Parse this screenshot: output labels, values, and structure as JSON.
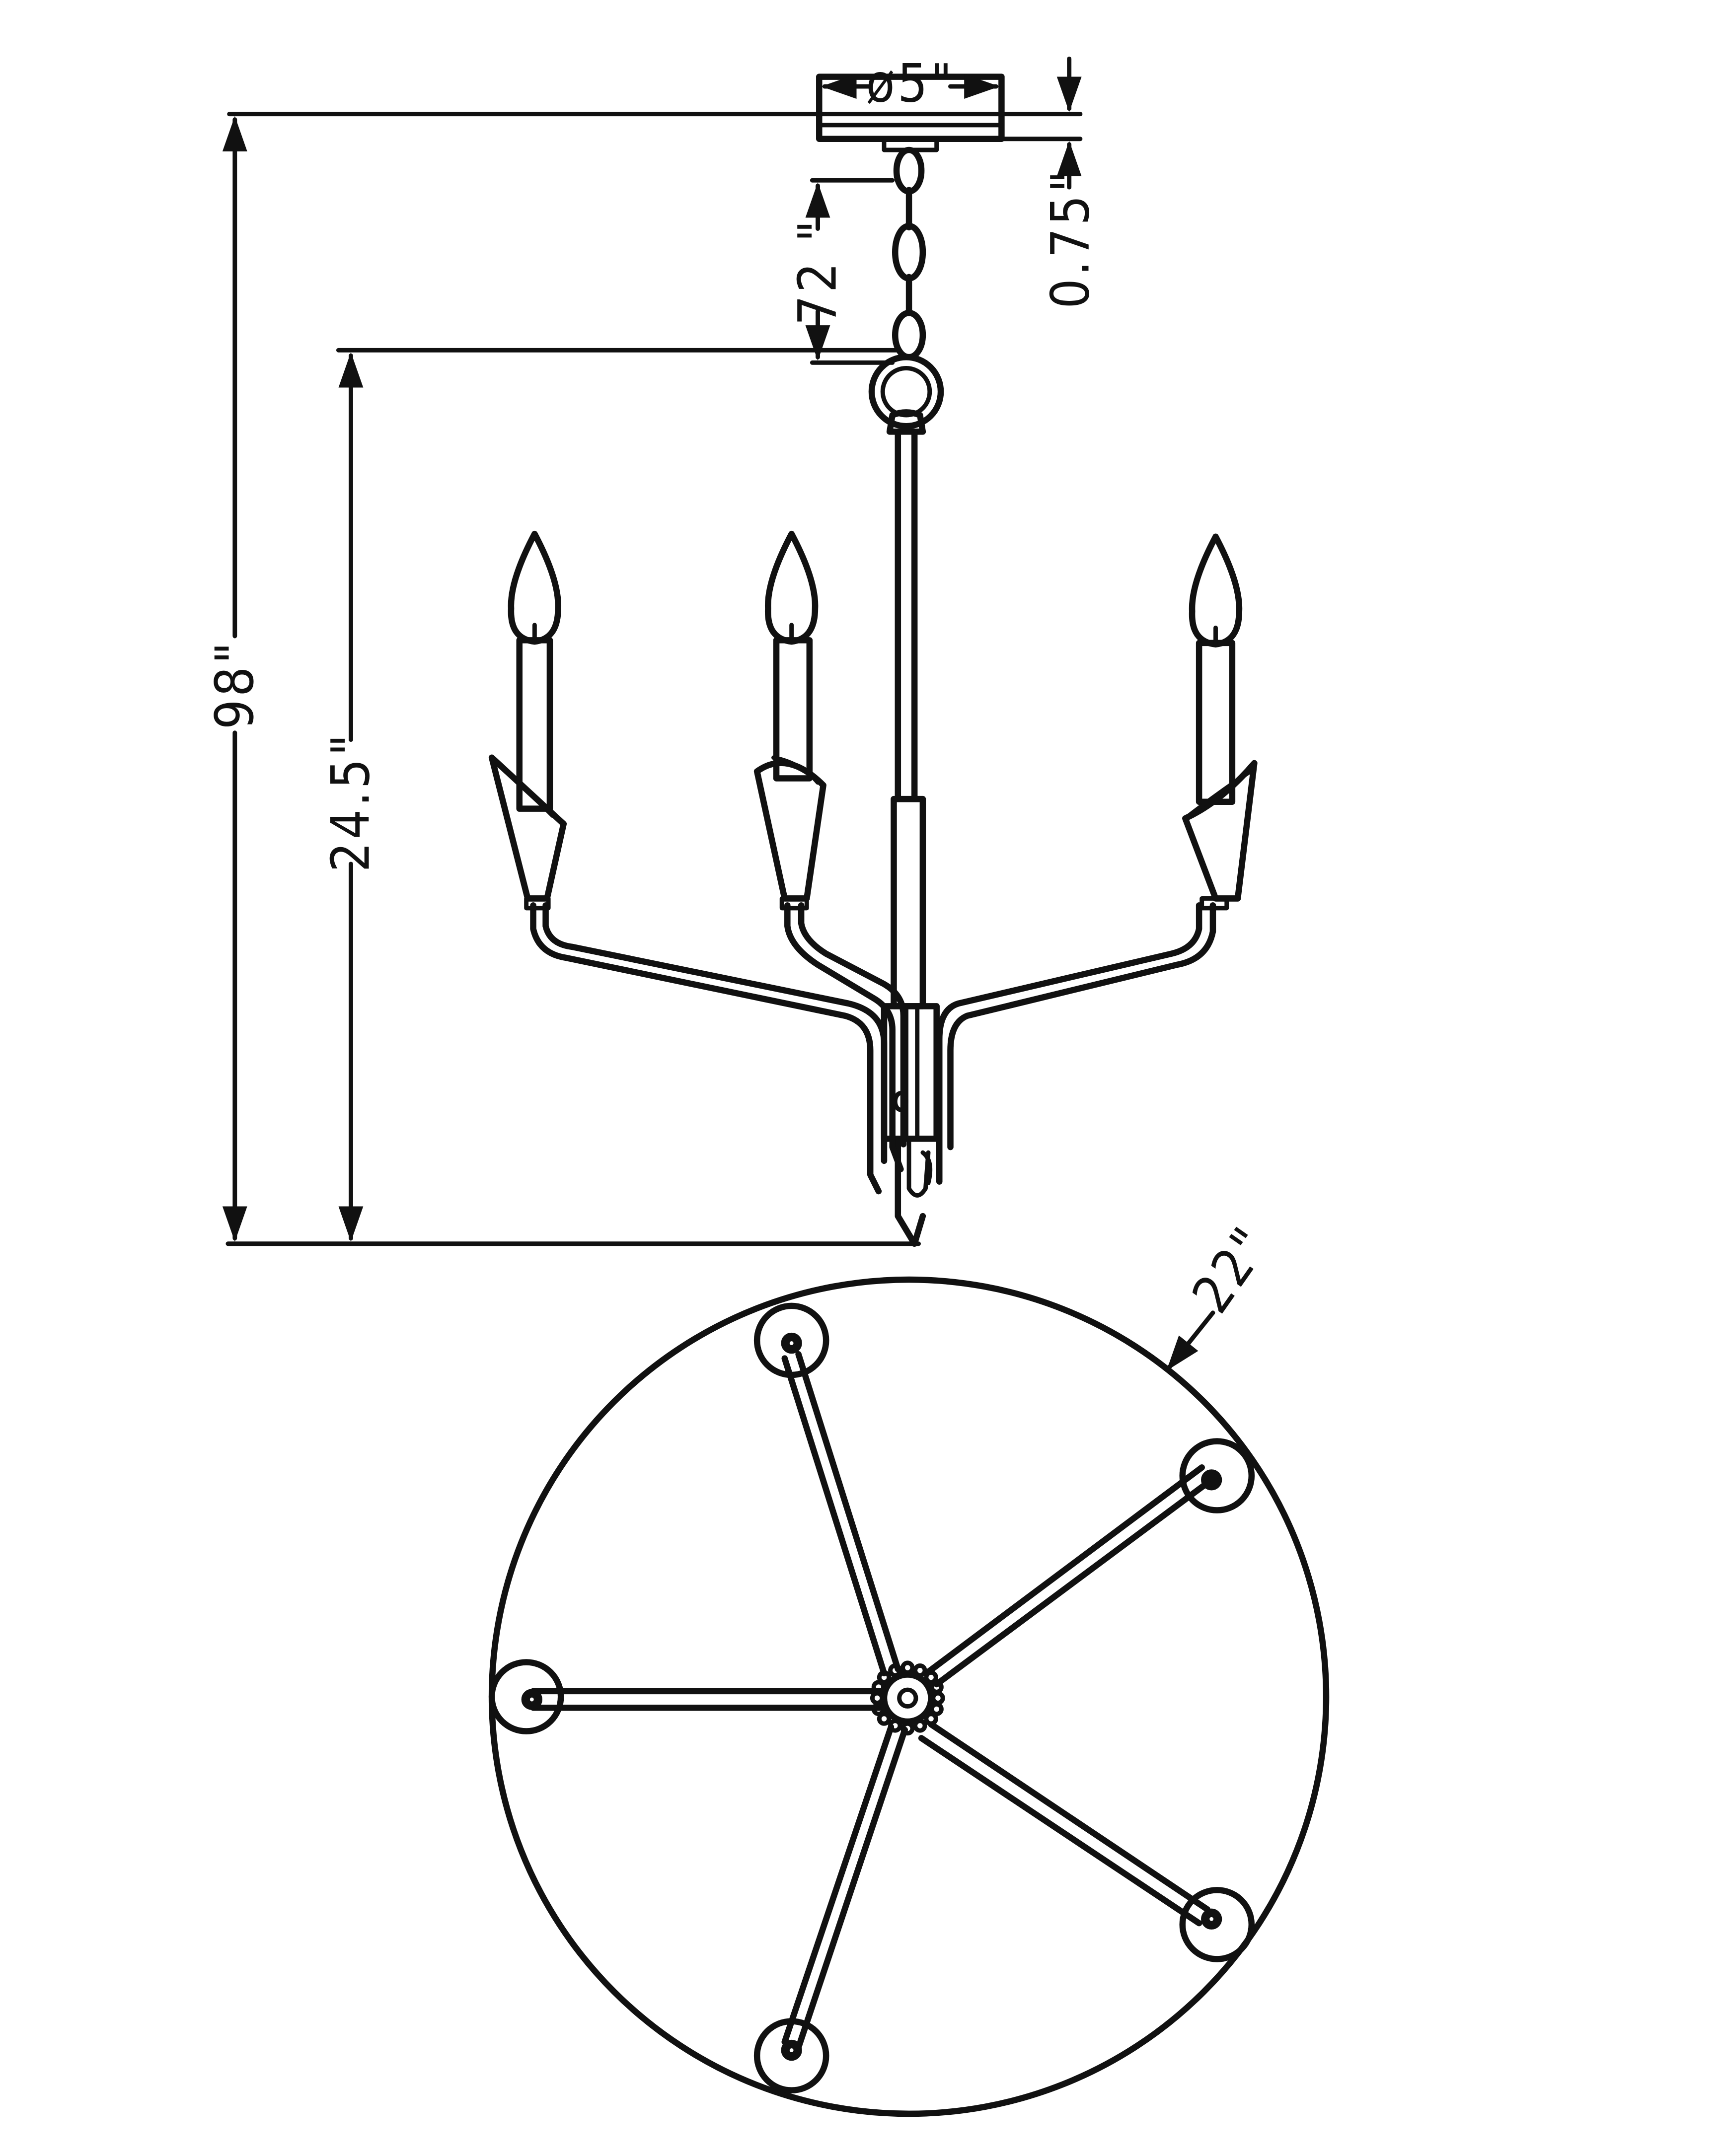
{
  "dimensions": {
    "canopy_diameter": "ø5\"",
    "canopy_height": "0.75\"",
    "chain_length": "72 \"",
    "overall_height": "98\"",
    "fixture_height": "24.5\"",
    "fixture_diameter": "22\""
  },
  "colors": {
    "line": "#111111",
    "background": "#ffffff"
  },
  "views": [
    "elevation-view",
    "plan-view"
  ],
  "arm_count": 5
}
